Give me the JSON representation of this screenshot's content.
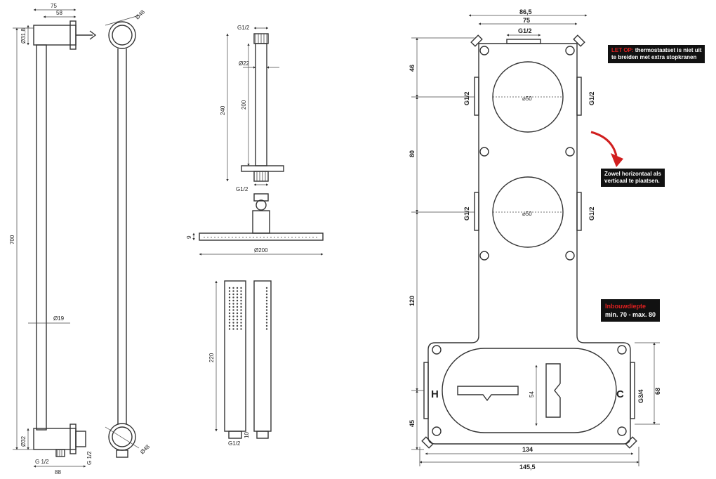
{
  "rail": {
    "dims": {
      "d75": "75",
      "d58": "58",
      "d31_8": "Ø31,8",
      "d48_top": "Ø48",
      "d700": "700",
      "d19": "Ø19",
      "d32": "Ø32",
      "g12_left": "G 1/2",
      "d88": "88",
      "g12_right": "G 1/2",
      "d48_bottom": "Ø48"
    }
  },
  "arm": {
    "dims": {
      "g12_top": "G1/2",
      "d22": "Ø22",
      "d200": "200",
      "d240": "240",
      "g12_bottom": "G1/2",
      "d9": "9",
      "d200_head": "Ø200"
    }
  },
  "handshower": {
    "dims": {
      "d220": "220",
      "g12": "G1/2",
      "d10": "10"
    }
  },
  "box": {
    "dims": {
      "d86_5": "86,5",
      "d75": "75",
      "g12_top": "G1/2",
      "d46": "46",
      "d80": "80",
      "d120": "120",
      "d45": "45",
      "g12_l1": "G1/2",
      "g12_l2": "G1/2",
      "g12_r1": "G1/2",
      "g12_r2": "G1/2",
      "phi50_a": "⌀50",
      "phi50_b": "⌀50",
      "d54": "54",
      "g34": "G3/4",
      "d68": "68",
      "d134": "134",
      "d145_5": "145,5"
    },
    "hot": "H",
    "cold": "C",
    "hot_color": "#d42a2a",
    "cold_color": "#1c4f9c"
  },
  "notes": {
    "letop_red": "LET OP:",
    "letop_text": " thermostaatset is niet uit",
    "letop_line2": "te breiden met extra stopkranen",
    "orient_line1": "Zowel horizontaal als",
    "orient_line2": "verticaal te plaatsen.",
    "depth_title": "Inbouwdiepte",
    "depth_text": "min. 70 - max. 80"
  },
  "colors": {
    "accent_red": "#e02020",
    "arrow_red": "#d11f1f",
    "note_bg": "#111111"
  }
}
